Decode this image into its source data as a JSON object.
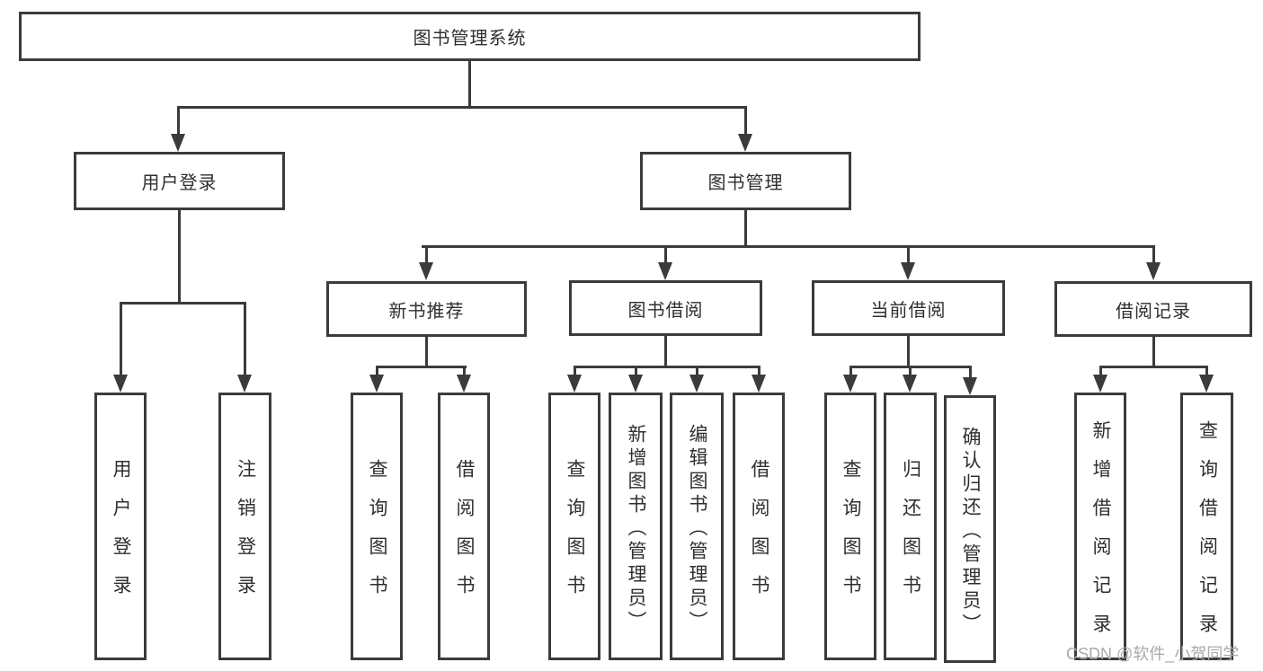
{
  "diagram": {
    "title": {
      "label": "图书管理系统"
    },
    "level2": [
      {
        "label": "用户登录"
      },
      {
        "label": "图书管理"
      }
    ],
    "level3": [
      {
        "label": "新书推荐"
      },
      {
        "label": "图书借阅"
      },
      {
        "label": "当前借阅"
      },
      {
        "label": "借阅记录"
      }
    ],
    "leaves": [
      {
        "label": "用户登录"
      },
      {
        "label": "注销登录"
      },
      {
        "label": "查询图书"
      },
      {
        "label": "借阅图书"
      },
      {
        "label": "查询图书"
      },
      {
        "label": "新增图书（管理员）"
      },
      {
        "label": "编辑图书（管理员）"
      },
      {
        "label": "借阅图书"
      },
      {
        "label": "查询图书"
      },
      {
        "label": "归还图书"
      },
      {
        "label": "确认归还（管理员）"
      },
      {
        "label": "新增借阅记录"
      },
      {
        "label": "查询借阅记录"
      }
    ],
    "watermark": "CSDN @软件_小贺同学",
    "colors": {
      "line": "#3b3b3b",
      "text": "#2f2f2f",
      "watermark": "#a9a9a9",
      "background": "#ffffff"
    }
  }
}
